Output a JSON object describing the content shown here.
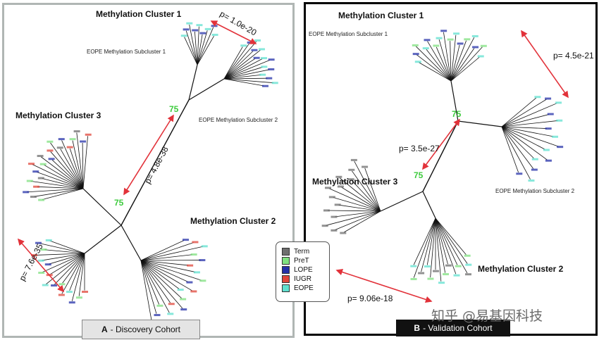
{
  "panel_a": {
    "cluster1": "Methylation Cluster 1",
    "cluster2": "Methylation Cluster 2",
    "cluster3": "Methylation Cluster 3",
    "subcluster1": "EOPE Methylation Subcluster 1",
    "subcluster2": "EOPE Methylation Subcluster 2",
    "p_top": "p= 1.0e-20",
    "p_center": "p= 4.8e-38",
    "p_left": "p= 7.6e-35",
    "bootstrap_upper": "75",
    "bootstrap_lower": "75",
    "cohort_letter": "A",
    "cohort_name": "- Discovery Cohort"
  },
  "panel_b": {
    "cluster1": "Methylation Cluster 1",
    "cluster2": "Methylation Cluster 2",
    "cluster3": "Methylation Cluster 3",
    "subcluster1": "EOPE Methylation Subcluster 1",
    "subcluster2": "EOPE Methylation Subcluster 2",
    "p_right": "p= 4.5e-21",
    "p_center": "p= 3.5e-27",
    "p_bottom": "p= 9.06e-18",
    "bootstrap_upper": "75",
    "bootstrap_lower": "75",
    "cohort_letter": "B",
    "cohort_name": "- Validation Cohort"
  },
  "legend": [
    {
      "label": "Term",
      "color": "#6e6e6e"
    },
    {
      "label": "PreT",
      "color": "#7fe07f"
    },
    {
      "label": "LOPE",
      "color": "#2430a8"
    },
    {
      "label": "IUGR",
      "color": "#e0453a"
    },
    {
      "label": "EOPE",
      "color": "#5fe0cf"
    }
  ],
  "colors": {
    "arrow": "#e2323a",
    "bootstrap": "#3ecb3e",
    "branch": "#111111"
  },
  "watermark": "知乎 @易基因科技"
}
